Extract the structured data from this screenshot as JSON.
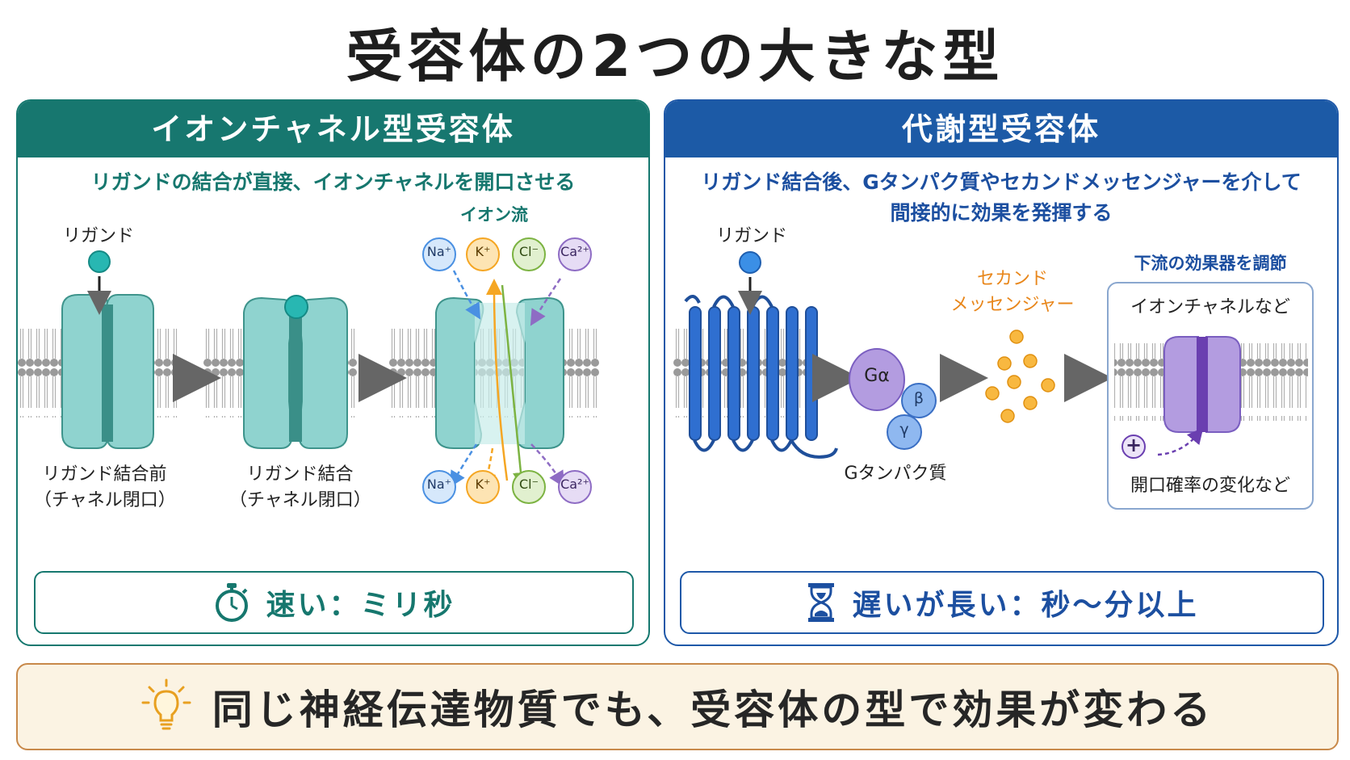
{
  "title": "受容体の2つの大きな型",
  "ionotropic": {
    "heading": "イオンチャネル型受容体",
    "subtitle": "リガンドの結合が直接、イオンチャネルを開口させる",
    "ligand_label": "リガンド",
    "ion_flow_label": "イオン流",
    "state1_line1": "リガンド結合前",
    "state1_line2": "（チャネル閉口）",
    "state2_line1": "リガンド結合",
    "state2_line2": "（チャネル閉口）",
    "ions_top": [
      "Na⁺",
      "K⁺",
      "Cl⁻",
      "Ca²⁺"
    ],
    "ions_bottom": [
      "Na⁺",
      "K⁺",
      "Cl⁻",
      "Ca²⁺"
    ],
    "speed_text": "速い：ミリ秒"
  },
  "metabotropic": {
    "heading": "代謝型受容体",
    "subtitle_line1": "リガンド結合後、Gタンパク質やセカンドメッセンジャーを介して",
    "subtitle_line2": "間接的に効果を発揮する",
    "ligand_label": "リガンド",
    "g_alpha": "Gα",
    "g_beta": "β",
    "g_gamma": "γ",
    "g_protein_label": "Gタンパク質",
    "second_messenger_line1": "セカンド",
    "second_messenger_line2": "メッセンジャー",
    "effector_heading": "下流の効果器を調節",
    "effector_top": "イオンチャネルなど",
    "effector_bottom": "開口確率の変化など",
    "plus_sign": "+",
    "speed_text": "遅いが長い：秒〜分以上"
  },
  "bottom_text": "同じ神経伝達物質でも、受容体の型で効果が変わる",
  "colors": {
    "teal": "#17776f",
    "blue": "#1c5aa6",
    "channel_teal": "#8fd3cf",
    "purple": "#b39ce0",
    "orange": "#f0a020",
    "na": "#4a90e2",
    "k": "#f5a623",
    "cl": "#7cb342",
    "ca": "#8e6cc4"
  },
  "icons": {
    "left_speed": "stopwatch-icon",
    "right_speed": "hourglass-icon",
    "bottom": "lightbulb-icon"
  }
}
